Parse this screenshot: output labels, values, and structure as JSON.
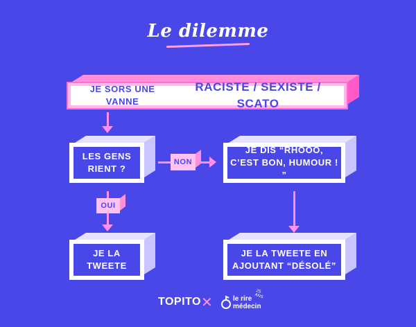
{
  "title": "Le dilemme",
  "nodes": {
    "start_prefix": "JE SORS UNE VANNE",
    "start_emphasis": "RACISTE / SEXISTE / SCATO",
    "question": "LES GENS\nRIENT ?",
    "response": "JE DIS “RHOOO,\nC’EST BON, HUMOUR ! ”",
    "tweet": "JE LA\nTWEETE",
    "tweet_sorry": "JE LA TWEETE EN\nAJOUTANT “DÉSOLÉ”"
  },
  "edges": {
    "no_label": "NON",
    "yes_label": "OUI"
  },
  "footer": {
    "brand": "TOPITO",
    "separator": "✕",
    "partner_line1": "le rire",
    "partner_line2": "médecin",
    "partner_badge": "25 ANS"
  },
  "colors": {
    "background": "#4a47e8",
    "accent_pink": "#ff8ff0",
    "box_white": "#ffffff"
  }
}
